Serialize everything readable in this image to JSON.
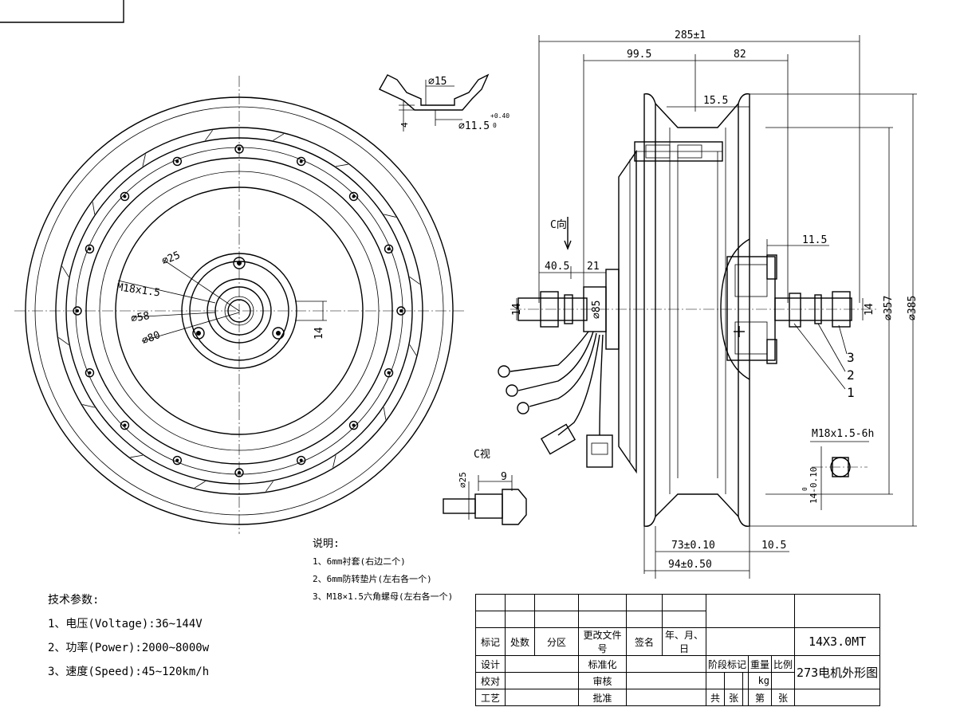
{
  "front_view": {
    "dim_m18": "M18x1.5",
    "dim_d25": "⌀25",
    "dim_d58": "⌀58",
    "dim_d80": "⌀80",
    "dim_14": "14"
  },
  "rim_detail": {
    "dim_d15": "⌀15",
    "dim_d11_5": "⌀11.5",
    "tol_upper": "+0.40",
    "tol_lower": "0",
    "dim_4": "4"
  },
  "side_view": {
    "dim_overall": "285±1",
    "dim_99_5": "99.5",
    "dim_82": "82",
    "dim_15_5": "15.5",
    "dim_11_5": "11.5",
    "dim_40_5": "40.5",
    "dim_21": "21",
    "dim_14_left": "14",
    "dim_d85": "⌀85",
    "dim_14_right": "14",
    "dim_d357": "⌀357",
    "dim_d385": "⌀385",
    "dim_73": "73±0.10",
    "dim_10_5": "10.5",
    "dim_94": "94±0.50",
    "view_c": "C向",
    "leaders": [
      "1",
      "2",
      "3"
    ]
  },
  "thread_detail": {
    "label": "M18x1.5-6h",
    "tol_upper": "0",
    "tol_lower": "14-0.10"
  },
  "c_view": {
    "title": "C视",
    "dim_d25": "⌀25",
    "dim_9": "9"
  },
  "notes": {
    "title": "说明:",
    "items": [
      "1、6mm衬套(右边二个)",
      "2、6mm防转垫片(左右各一个)",
      "3、M18×1.5六角螺母(左右各一个)"
    ]
  },
  "specs": {
    "title": "技术参数:",
    "items": [
      "1、电压(Voltage):36~144V",
      "2、功率(Power):2000~8000w",
      "3、速度(Speed):45~120km/h"
    ]
  },
  "title_block": {
    "h_mark": "标记",
    "h_count": "处数",
    "h_zone": "分区",
    "h_docno": "更改文件号",
    "h_sign": "签名",
    "h_date": "年、月、日",
    "design": "设计",
    "standard": "标准化",
    "check": "校对",
    "review": "审核",
    "process": "工艺",
    "approve": "批准",
    "stage": "阶段标记",
    "weight": "重量",
    "scale": "比例",
    "kg": "kg",
    "total": "共",
    "sheets": "张",
    "num": "第",
    "sheet2": "张",
    "spec": "14X3.0MT",
    "name": "273电机外形图"
  }
}
